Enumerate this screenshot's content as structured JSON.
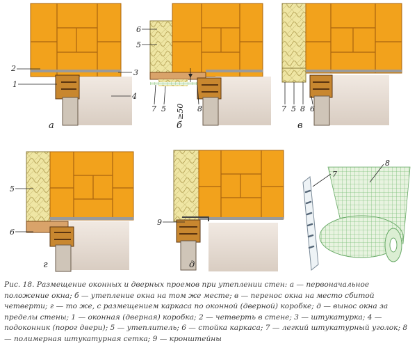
{
  "panels": [
    {
      "key": "a",
      "label": "а",
      "callouts": [
        "2",
        "1",
        "3",
        "4"
      ]
    },
    {
      "key": "b",
      "label": "б",
      "callouts": [
        "6",
        "5",
        "7",
        "5",
        "≥50",
        "8"
      ]
    },
    {
      "key": "v",
      "label": "в",
      "callouts": [
        "7",
        "5",
        "8",
        "6"
      ]
    },
    {
      "key": "g",
      "label": "г",
      "callouts": [
        "5",
        "6"
      ]
    },
    {
      "key": "d",
      "label": "д",
      "callouts": [
        "9"
      ]
    },
    {
      "key": "parts",
      "label": "",
      "callouts": [
        "7",
        "8"
      ]
    }
  ],
  "caption": "Рис. 18. Размещение оконных и дверных проемов при утеплении стен: а — первоначальное положение окна; б — утепление окна на том же месте; в — перенос окна на место сбитой четверти; г — то же, с размещением каркаса по оконной (дверной) коробке; д — вынос окна за пределы стены; 1 — оконная (дверная) коробка; 2 — четверть в стене; 3 — штукатурка; 4 — подоконник (порог двери); 5 — утеплитель; 6 — стойка каркаса; 7 — легкий штукатурный уголок; 8 — полимерная штукатурная сетка; 9 — кронштейны",
  "colors": {
    "brick": "#f2a21c",
    "mortar": "#a86410",
    "insulation": "#efe6a4",
    "sill": "#e4d9cf",
    "stud": "#d9a36a"
  }
}
